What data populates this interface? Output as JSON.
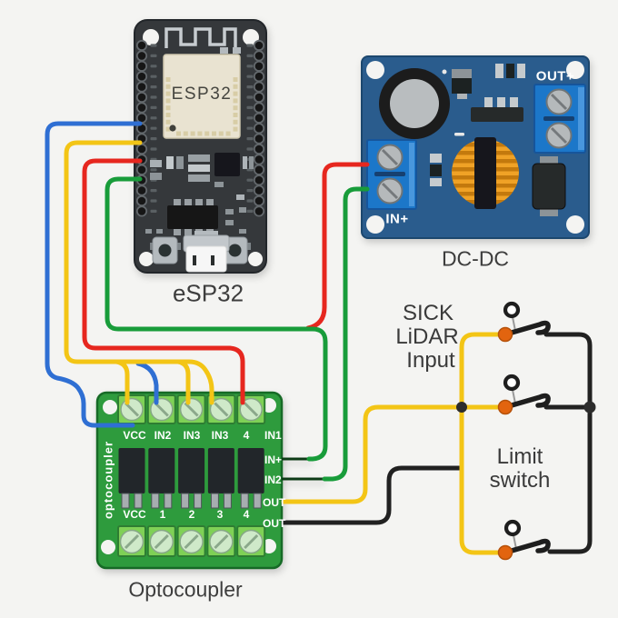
{
  "diagram": {
    "colors": {
      "blue": "#2f6fd3",
      "yellow": "#f3c516",
      "red": "#e6271f",
      "green": "#189c3a",
      "black": "#212121",
      "orange_dot": "#e2640f"
    },
    "esp32": {
      "chip_label": "ESP32",
      "caption": "eSP32"
    },
    "dcdc": {
      "caption": "DC-DC",
      "out_plus": "OUT+",
      "in_plus": "IN+"
    },
    "optocoupler": {
      "caption": "Optocoupler",
      "silkscreen": "optocoupler",
      "top_pins": [
        "VCC",
        "IN2",
        "IN3",
        "IN3",
        "4"
      ],
      "right_pins": [
        "IN1",
        "IN+",
        "IN2",
        "OUT",
        "OUT"
      ],
      "bottom_pins": [
        "VCC",
        "1",
        "2",
        "3",
        "4"
      ]
    },
    "annotations": {
      "sick": [
        "SICK",
        "LiDAR",
        "Input"
      ],
      "limit": [
        "Limit",
        "switch"
      ]
    }
  }
}
